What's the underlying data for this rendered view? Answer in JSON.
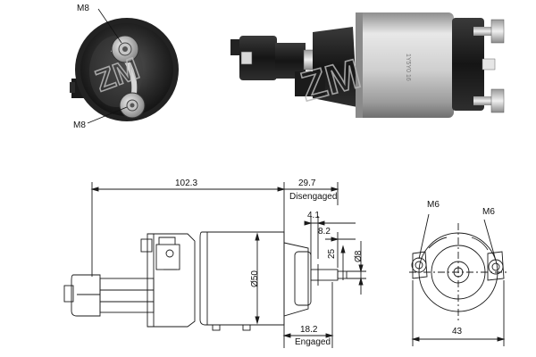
{
  "photo_end_view": {
    "labels": {
      "top_terminal": "M8",
      "bottom_terminal": "M8"
    },
    "watermark": "ZM"
  },
  "photo_side_view": {
    "watermark": "ZM"
  },
  "drawing_side_view": {
    "dimensions": {
      "overall_length": "102.3",
      "disengaged_travel": "29.7",
      "disengaged_label": "Disengaged",
      "plunger_offset": "4.1",
      "plunger_length": "8.2",
      "plunger_extent": "25",
      "plunger_diameter": "Ø8",
      "body_diameter": "Ø50",
      "engaged_travel": "18.2",
      "engaged_label": "Engaged"
    }
  },
  "drawing_end_view": {
    "dimensions": {
      "terminal_left": "M6",
      "terminal_right": "M6",
      "width": "43"
    }
  },
  "colors": {
    "line": "#1a1a1a",
    "body_silver": "#c9c9c9",
    "housing_black": "#1b1b1b",
    "watermark": "#a9a9a9"
  }
}
